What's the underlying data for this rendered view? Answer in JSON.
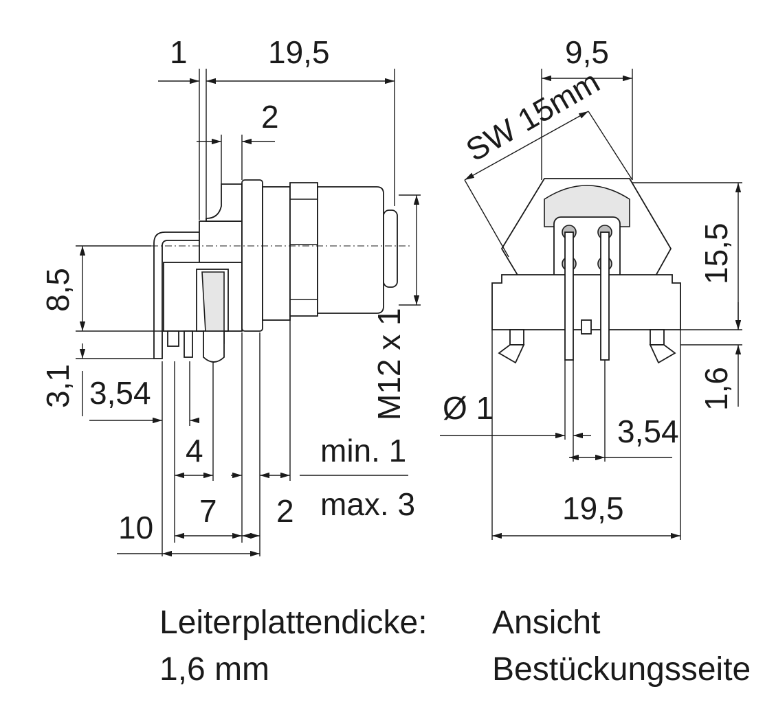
{
  "side_view": {
    "dims": {
      "d1": "1",
      "d19_5_top": "19,5",
      "d2_top": "2",
      "d8_5": "8,5",
      "d3_1": "3,1",
      "d3_54": "3,54",
      "thread": "M12 x 1",
      "d4": "4",
      "d7": "7",
      "d2_bottom": "2",
      "d10": "10",
      "min": "min. 1",
      "max": "max. 3"
    },
    "caption_line1": "Leiterplattendicke:",
    "caption_line2": "1,6 mm"
  },
  "front_view": {
    "dims": {
      "d9_5": "9,5",
      "sw": "SW 15mm",
      "d15_5": "15,5",
      "d1_6": "1,6",
      "phi1": "Ø 1",
      "d3_54": "3,54",
      "d19_5": "19,5"
    },
    "caption_line1": "Ansicht",
    "caption_line2": "Bestückungsseite"
  }
}
